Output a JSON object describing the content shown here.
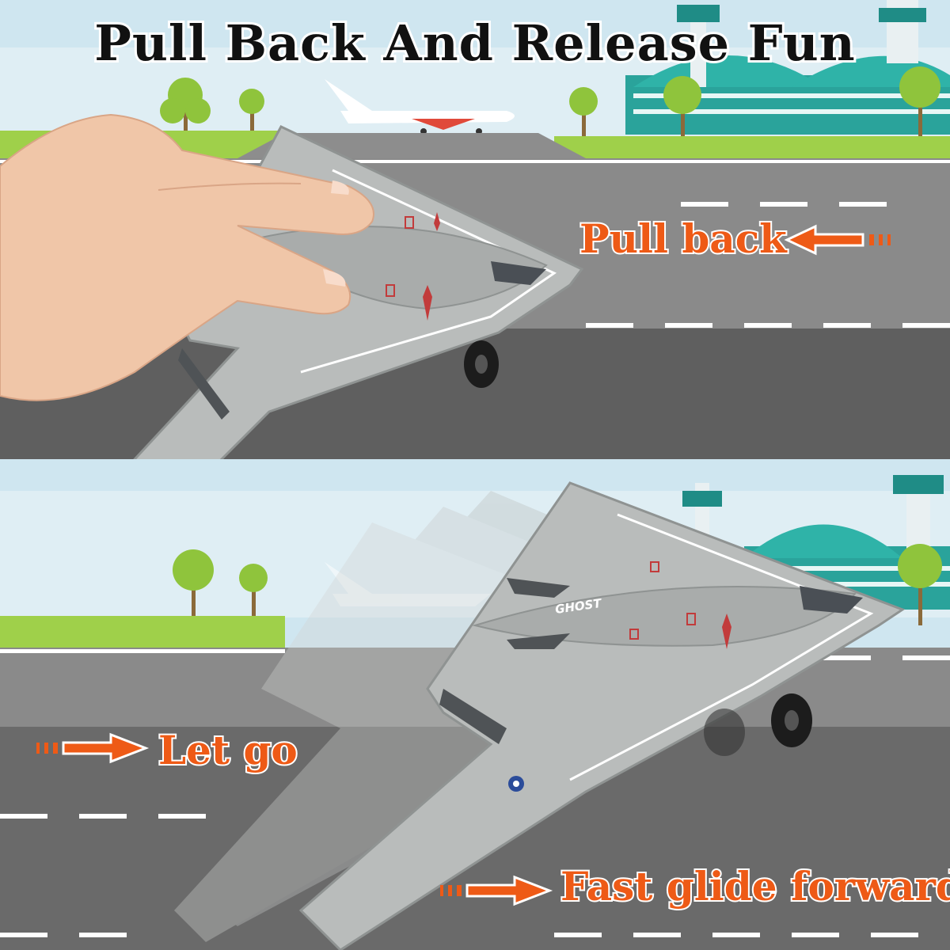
{
  "title": "Pull Back And Release Fun",
  "labels": {
    "pull_back": "Pull back",
    "let_go": "Let go",
    "fast_glide": "Fast glide forward"
  },
  "aircraft_marking": "GHOST",
  "colors": {
    "title_text": "#111111",
    "label_orange": "#ee5a16",
    "sky": "#cfe6f0",
    "grass": "#9fd04a",
    "road": "#6d6d6d",
    "aircraft_gray": "#b9bcbb"
  },
  "icons": [
    "arrow-left-icon",
    "arrow-right-icon",
    "arrow-right-icon"
  ]
}
